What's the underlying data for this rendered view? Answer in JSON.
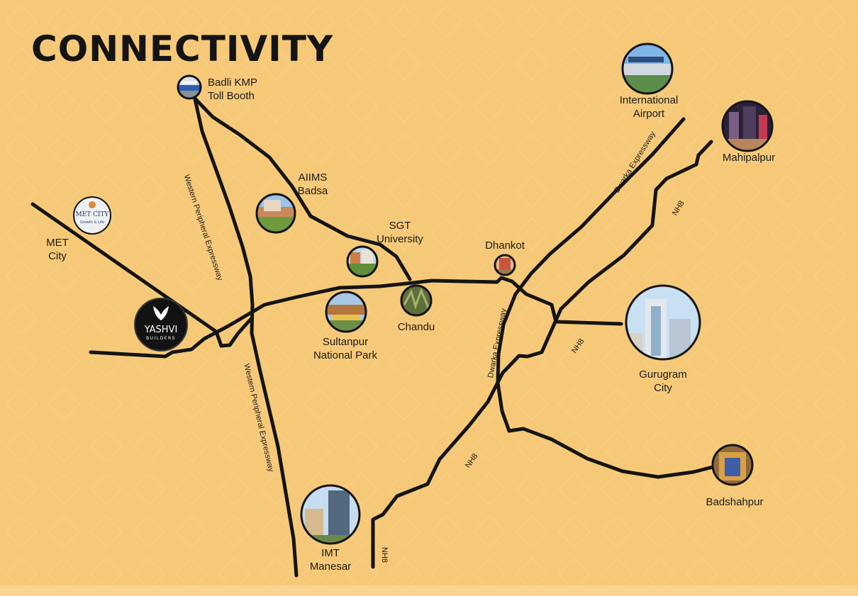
{
  "title": "CONNECTIVITY",
  "colors": {
    "background": "#f6c979",
    "road": "#141414",
    "text": "#1a1a1a"
  },
  "places": {
    "badli": {
      "line1": "Badli KMP",
      "line2": "Toll Booth"
    },
    "aiims": {
      "line1": "AIIMS",
      "line2": "Badsa"
    },
    "sgt": {
      "line1": "SGT",
      "line2": "University"
    },
    "dhankot": "Dhankot",
    "met_city": {
      "line1": "MET",
      "line2": "City"
    },
    "sultanpur": {
      "line1": "Sultanpur",
      "line2": "National Park"
    },
    "chandu": "Chandu",
    "airport": {
      "line1": "International",
      "line2": "Airport"
    },
    "mahipalpur": "Mahipalpur",
    "gurugram": {
      "line1": "Gurugram",
      "line2": "City"
    },
    "badshahpur": "Badshahpur",
    "imt": {
      "line1": "IMT",
      "line2": "Manesar"
    }
  },
  "roads": {
    "wpe": "Western Peripheral Expressway",
    "dwarka": "Dwarka Expressway",
    "nh8": "NH8"
  },
  "logos": {
    "met_city": {
      "name": "MET CITY",
      "tagline": "Growth & Life"
    },
    "yashvi": {
      "name": "YASHVI",
      "sub": "BUILDERS"
    }
  }
}
